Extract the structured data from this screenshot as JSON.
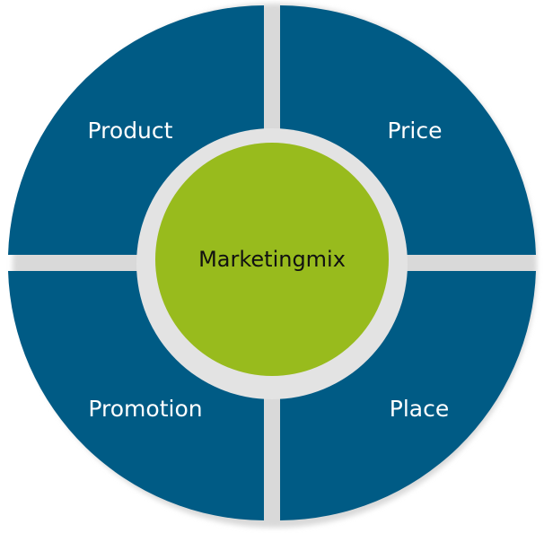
{
  "diagram": {
    "center": {
      "label": "Marketingmix",
      "color": "#98bb1d",
      "ring_color": "#e3e3e3"
    },
    "quadrant_color": "#005b85",
    "shadow_color": "#d9d9d9",
    "quadrants": [
      {
        "label": "Product"
      },
      {
        "label": "Price"
      },
      {
        "label": "Promotion"
      },
      {
        "label": "Place"
      }
    ]
  }
}
